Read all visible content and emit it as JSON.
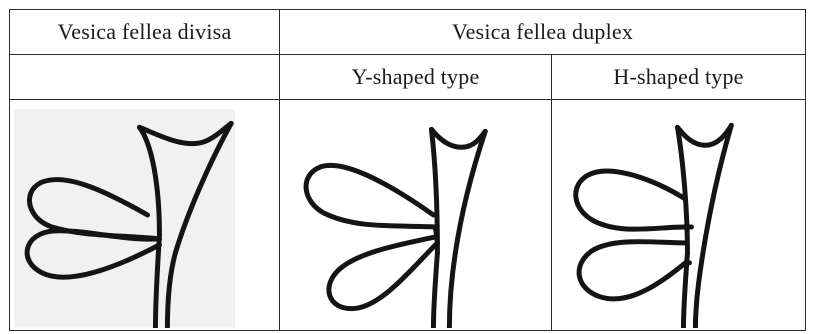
{
  "table": {
    "header_left": "Vesica fellea divisa",
    "header_right": "Vesica fellea duplex",
    "sub_y": "Y-shaped type",
    "sub_h": "H-shaped type"
  },
  "illustrations": [
    {
      "name": "divisa-gallbladder-drawing"
    },
    {
      "name": "y-shaped-duplex-drawing"
    },
    {
      "name": "h-shaped-duplex-drawing"
    }
  ]
}
